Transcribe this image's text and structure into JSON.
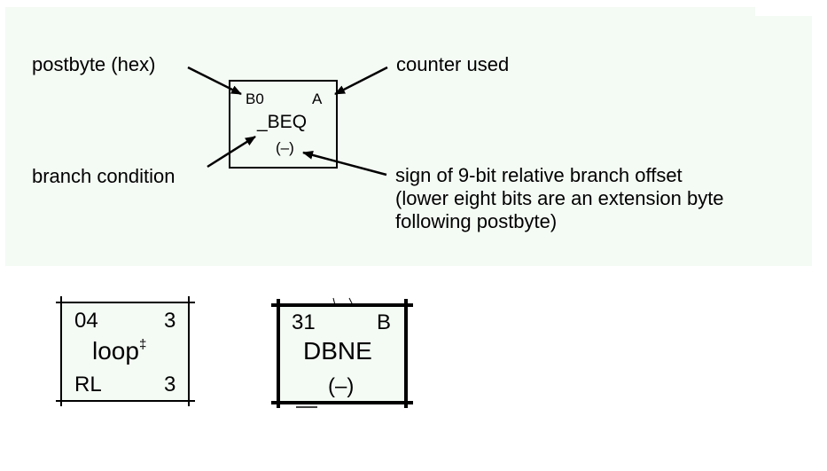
{
  "legend": {
    "labels": {
      "postbyte": "postbyte (hex)",
      "counter": "counter used",
      "branch_condition": "branch condition",
      "sign_line1": "sign of 9-bit relative branch offset",
      "sign_line2": "(lower eight bits are an extension byte",
      "sign_line3": "following postbyte)"
    },
    "example_cell": {
      "postbyte": "B0",
      "counter": "A",
      "condition": "_BEQ",
      "sign": "(–)"
    }
  },
  "cells": [
    {
      "top_left": "04",
      "top_right": "3",
      "main": "loop",
      "main_sup": "‡",
      "bottom_left": "RL",
      "bottom_right": "3"
    },
    {
      "top_left": "31",
      "top_right": "B",
      "main": "DBNE",
      "bottom": "(–)"
    }
  ],
  "colors": {
    "panel_background": "#f4faf4",
    "cell_background": "#f4faf4"
  }
}
